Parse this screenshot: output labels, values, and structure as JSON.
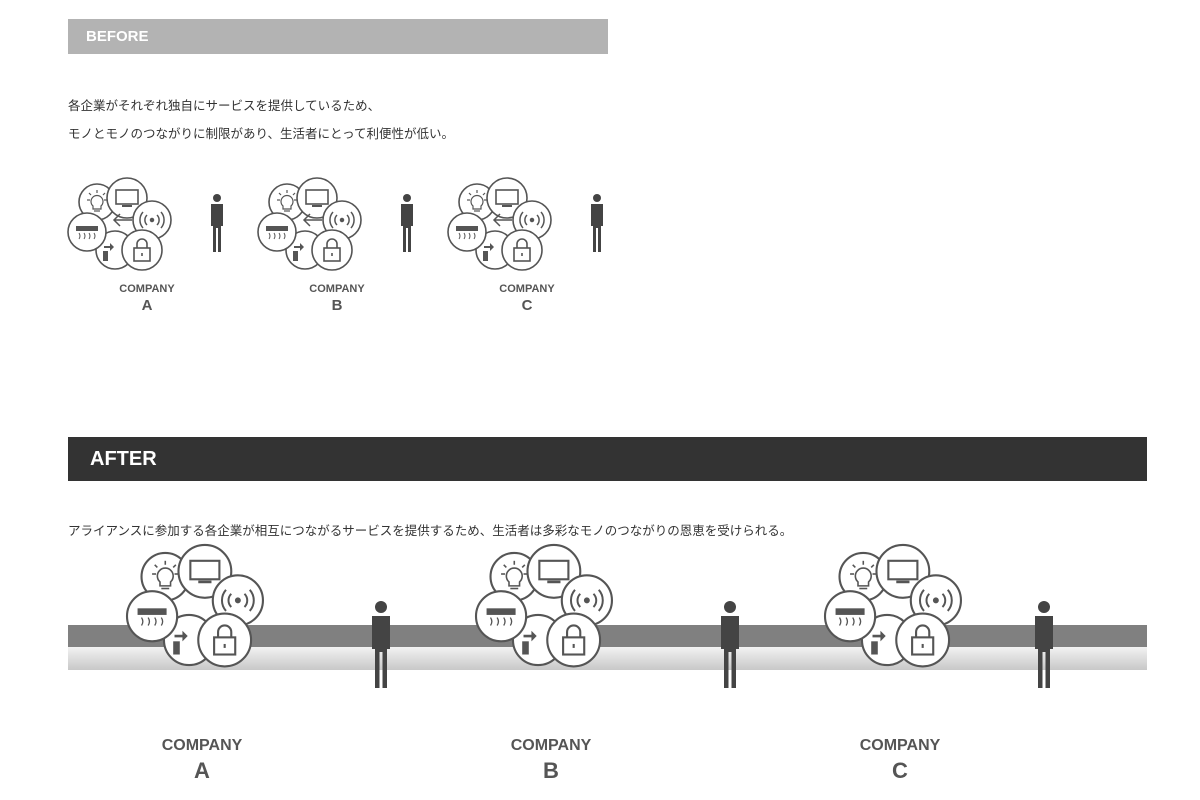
{
  "before": {
    "header": "BEFORE",
    "lines": [
      "各企業がそれぞれ独自にサービスを提供しているため、",
      "モノとモノのつながりに制限があり、生活者にとって利便性が低い。"
    ],
    "companies": [
      {
        "label": "COMPANY",
        "letter": "A"
      },
      {
        "label": "COMPANY",
        "letter": "B"
      },
      {
        "label": "COMPANY",
        "letter": "C"
      }
    ]
  },
  "after": {
    "header": "AFTER",
    "line": "アライアンスに参加する各企業が相互につながるサービスを提供するため、生活者は多彩なモノのつながりの恩恵を受けられる。",
    "companies": [
      {
        "label": "COMPANY",
        "letter": "A"
      },
      {
        "label": "COMPANY",
        "letter": "B"
      },
      {
        "label": "COMPANY",
        "letter": "C"
      }
    ]
  },
  "colors": {
    "before_bar": "#b3b3b3",
    "after_bar": "#333333",
    "icon": "#555555",
    "person": "#444444"
  }
}
